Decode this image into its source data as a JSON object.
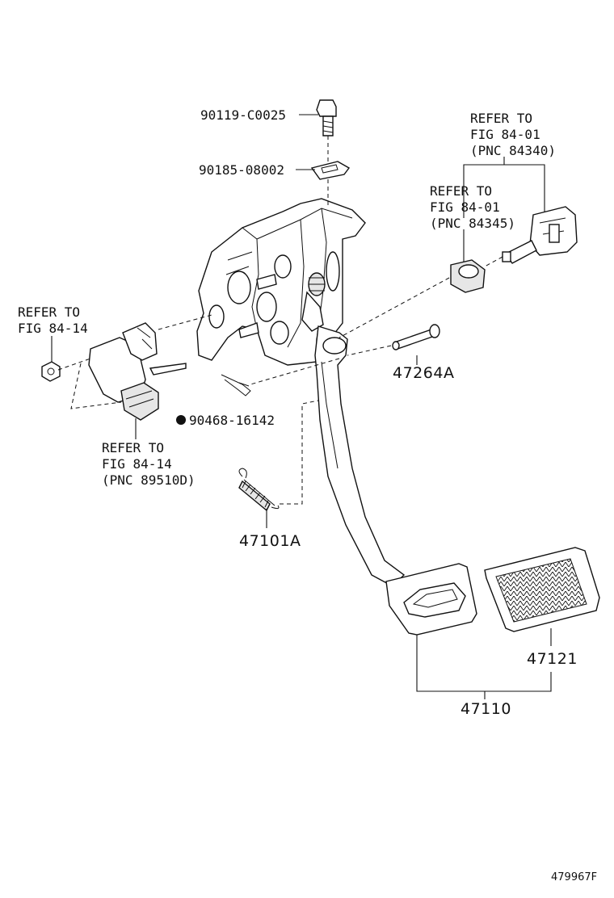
{
  "diagram": {
    "parts": {
      "bolt": "90119-C0025",
      "clip_nut": "90185-08002",
      "pin": "47264A",
      "cotter_pin": "90468-16142",
      "spring": "47101A",
      "pedal_pad": "47121",
      "pedal_assy": "47110"
    },
    "refs": {
      "stop_switch": [
        "REFER TO",
        "FIG 84-01",
        "(PNC 84340)"
      ],
      "cushion": [
        "REFER TO",
        "FIG 84-01",
        "(PNC 84345)"
      ],
      "nut_ref": [
        "REFER TO",
        "FIG 84-14"
      ],
      "sensor": [
        "REFER TO",
        "FIG 84-14",
        "(PNC 89510D)"
      ]
    },
    "figure_number": "479967F"
  }
}
